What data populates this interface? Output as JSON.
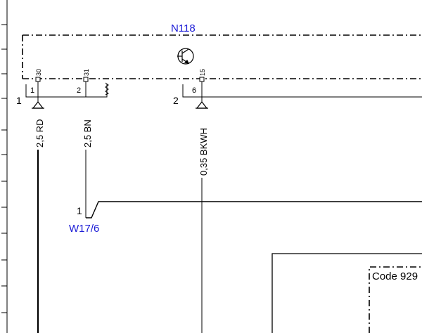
{
  "component": {
    "id": "N118",
    "pins_top": [
      "30",
      "31",
      "15"
    ],
    "pins_box": [
      "1",
      "2",
      "6"
    ],
    "connectors": [
      "1",
      "2"
    ]
  },
  "wires": [
    {
      "label": "2,5 RD"
    },
    {
      "label": "2,5 BN"
    },
    {
      "label": "0,35 BKWH"
    }
  ],
  "ground_connector": {
    "id": "W17/6",
    "pin": "1"
  },
  "code_box": {
    "label": "Code 929"
  },
  "colors": {
    "label_blue": "#1a1ad6",
    "line": "#000000"
  }
}
